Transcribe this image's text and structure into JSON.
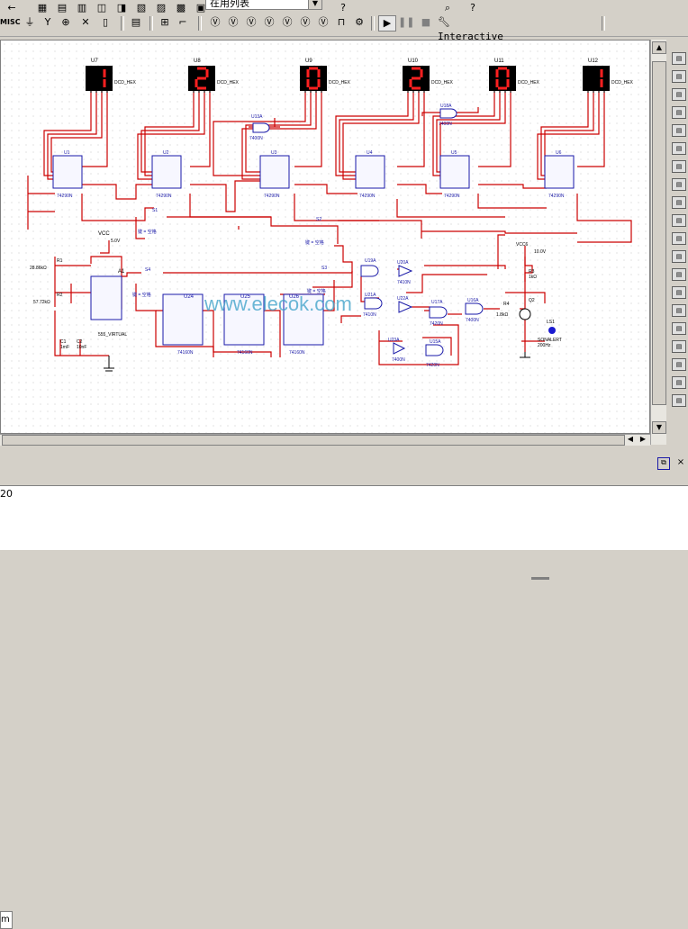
{
  "toolbar": {
    "misc_label": "MISC",
    "combo_value": "在用列表",
    "interactive_label": "Interactive"
  },
  "displays": [
    {
      "ref": "U7",
      "digit": "1",
      "type": "DCD_HEX"
    },
    {
      "ref": "U8",
      "digit": "2",
      "type": "DCD_HEX"
    },
    {
      "ref": "U9",
      "digit": "0",
      "type": "DCD_HEX"
    },
    {
      "ref": "U10",
      "digit": "2",
      "type": "DCD_HEX"
    },
    {
      "ref": "U11",
      "digit": "0",
      "type": "DCD_HEX"
    },
    {
      "ref": "U12",
      "digit": "1",
      "type": "DCD_HEX"
    }
  ],
  "counters": [
    {
      "ref": "U1",
      "part": "74290N"
    },
    {
      "ref": "U2",
      "part": "74290N"
    },
    {
      "ref": "U3",
      "part": "74290N"
    },
    {
      "ref": "U4",
      "part": "74290N"
    },
    {
      "ref": "U5",
      "part": "74290N"
    },
    {
      "ref": "U6",
      "part": "74290N"
    }
  ],
  "labels": {
    "u13a": "U13A",
    "u13a_part": "7400N",
    "u18a": "U18A",
    "u18a_part": "7400N",
    "s1": "S1",
    "s1_key": "键 = 空格",
    "s2": "S2",
    "s2_key": "键 = 空格",
    "s3": "S3",
    "s3_key": "键 = 空格",
    "s4": "S4",
    "s4_key": "键 = 空格",
    "vcc": "VCC",
    "vcc_val": "5.0V",
    "vcc6": "VCC6",
    "vcc6_val": "10.0V",
    "r1": "R1",
    "r1_val": "28.86kΩ",
    "r2": "R2",
    "r2_val": "57.72kΩ",
    "r3": "R3",
    "r3_val": "1kΩ",
    "r4": "R4",
    "r4_val": "1.8kΩ",
    "c1": "C1",
    "c1_val": "1mF",
    "c2": "C2",
    "c2_val": "10nF",
    "a1": "A1",
    "a1_part": "555_VIRTUAL",
    "q2": "Q2",
    "ls1": "LS1",
    "ls1_part": "SONALERT",
    "ls1_freq": "200Hz",
    "u24": "U24",
    "u25": "U25",
    "u26": "U26",
    "u24_part": "74160N",
    "u25_part": "74160N",
    "u26_part": "74160N",
    "u19a": "U19A",
    "u19a_part": "7400N",
    "u20a": "U20A",
    "u20a_part": "7410N",
    "u21a": "U21A",
    "u21a_part": "7410N",
    "u22a": "U22A",
    "u22a_part": "7400N",
    "u17a": "U17A",
    "u17a_part": "7420N",
    "u16a": "U16A",
    "u16a_part": "7400N",
    "u23a": "U23A",
    "u23a_part": "7400N",
    "u15a": "U15A",
    "u15a_part": "7420N",
    "watermark": "www.elecok.com"
  },
  "output": {
    "tab_label": "m",
    "text": "20"
  },
  "colors": {
    "wire": "#cc0000",
    "component": "#1a1aa8",
    "display_bg": "#000000",
    "display_seg": "#ff2020",
    "watermark": "#3aa0c8"
  }
}
